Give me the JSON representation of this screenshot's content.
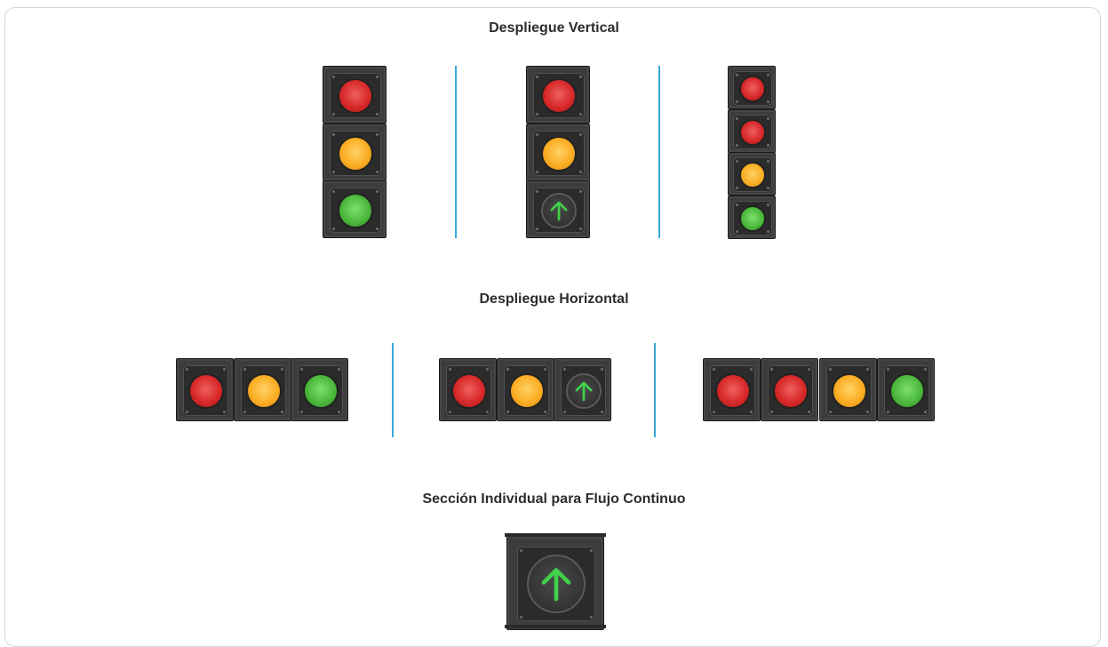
{
  "sections": {
    "vertical": {
      "title": "Despliegue Vertical"
    },
    "horizontal": {
      "title": "Despliegue Horizontal"
    },
    "single": {
      "title": "Sección Individual para Flujo Continuo"
    }
  },
  "signals": {
    "vertical": [
      {
        "lamps": [
          "red",
          "amber",
          "green"
        ]
      },
      {
        "lamps": [
          "red",
          "amber",
          "arrow"
        ]
      },
      {
        "lamps": [
          "red",
          "red",
          "amber",
          "green"
        ]
      }
    ],
    "horizontal": [
      {
        "lamps": [
          "red",
          "amber",
          "green"
        ]
      },
      {
        "lamps": [
          "red",
          "amber",
          "arrow"
        ]
      },
      {
        "lamps": [
          "red",
          "red",
          "amber",
          "green"
        ]
      }
    ],
    "single": {
      "lamps": [
        "arrow"
      ]
    }
  },
  "colors": {
    "red": "#d82a2a",
    "amber": "#fbae24",
    "green": "#4cb93c",
    "arrow": "#3fd14a",
    "divider": "#36a9d6",
    "housing": "#3c3c3c"
  },
  "icons": {
    "arrow": "arrow-up-icon"
  }
}
